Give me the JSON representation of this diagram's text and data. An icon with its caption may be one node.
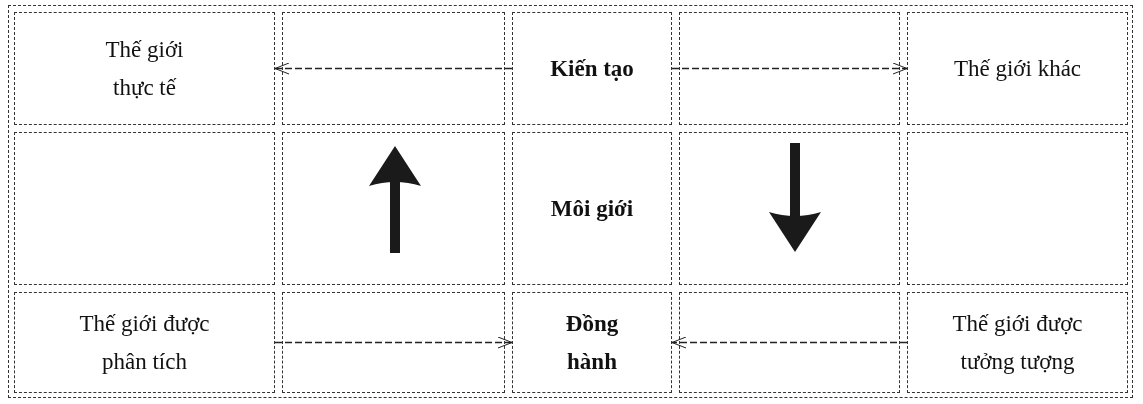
{
  "diagram": {
    "nodes": [
      {
        "text": [
          "Thế giới thực tế"
        ]
      },
      {
        "text": [
          "Kiến tạo"
        ]
      },
      {
        "text": [
          "Thế giới khác"
        ]
      },
      {
        "text": [
          "Môi giới"
        ]
      },
      {
        "text": [
          "Thế giới được phân tích"
        ]
      },
      {
        "text": [
          "Đồng hành"
        ]
      },
      {
        "text": [
          "Thế giới được tưởng tượng"
        ]
      }
    ],
    "edges": [
      {
        "from": 1,
        "to": 0,
        "arrow": "to",
        "style": "dashed"
      },
      {
        "from": 1,
        "to": 2,
        "arrow": "to",
        "style": "dashed"
      },
      {
        "from": 4,
        "to": 5,
        "arrow": "to",
        "style": "dashed"
      },
      {
        "from": 6,
        "to": 5,
        "arrow": "to",
        "style": "dashed"
      }
    ]
  }
}
